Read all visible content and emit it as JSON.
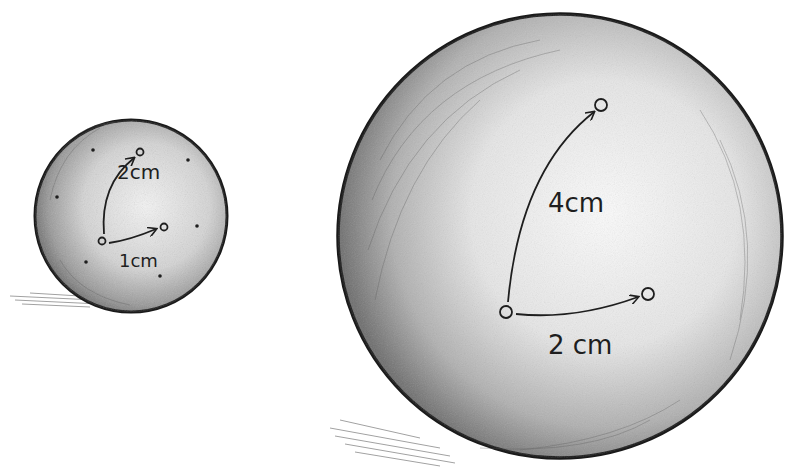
{
  "diagram": {
    "labels": [
      "2cm",
      "1cm",
      "4cm",
      "2 cm"
    ]
  }
}
